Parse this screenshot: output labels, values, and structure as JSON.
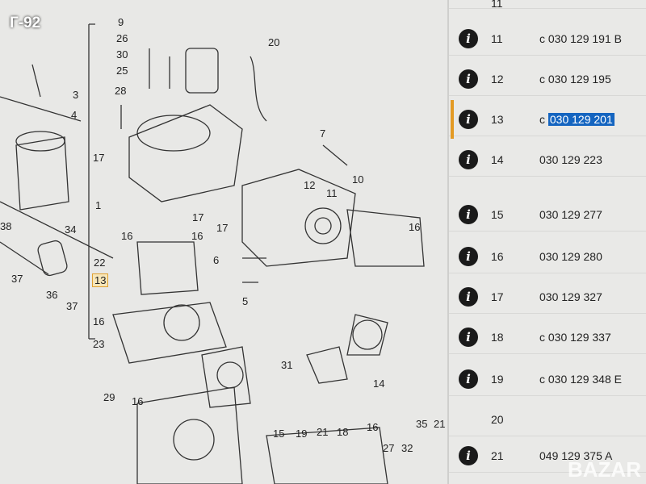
{
  "watermark": "Г-92",
  "diagram": {
    "callouts": [
      {
        "t": "9"
      },
      {
        "t": "26"
      },
      {
        "t": "30"
      },
      {
        "t": "25"
      },
      {
        "t": "28"
      },
      {
        "t": "3"
      },
      {
        "t": "4"
      },
      {
        "t": "17"
      },
      {
        "t": "1"
      },
      {
        "t": "16"
      },
      {
        "t": "22"
      },
      {
        "t": "13"
      },
      {
        "t": "16"
      },
      {
        "t": "23"
      },
      {
        "t": "29"
      },
      {
        "t": "16"
      },
      {
        "t": "20"
      },
      {
        "t": "7"
      },
      {
        "t": "10"
      },
      {
        "t": "12"
      },
      {
        "t": "11"
      },
      {
        "t": "16"
      },
      {
        "t": "6"
      },
      {
        "t": "5"
      },
      {
        "t": "16"
      },
      {
        "t": "17"
      },
      {
        "t": "31"
      },
      {
        "t": "14"
      },
      {
        "t": "15"
      },
      {
        "t": "19"
      },
      {
        "t": "21"
      },
      {
        "t": "18"
      },
      {
        "t": "16"
      },
      {
        "t": "27"
      },
      {
        "t": "32"
      },
      {
        "t": "35"
      },
      {
        "t": "21"
      },
      {
        "t": "34"
      },
      {
        "t": "38"
      },
      {
        "t": "37"
      },
      {
        "t": "36"
      },
      {
        "t": "37"
      },
      {
        "t": "17"
      }
    ]
  },
  "parts": {
    "top_partial": "11",
    "rows": [
      {
        "pos": "11",
        "prefix": "c",
        "number": "030 129 191 B",
        "info": true
      },
      {
        "pos": "12",
        "prefix": "c",
        "number": "030 129 195",
        "info": true
      },
      {
        "pos": "13",
        "prefix": "c",
        "number": "030 129 201",
        "info": true,
        "selected": true
      },
      {
        "pos": "14",
        "prefix": "",
        "number": "030 129 223",
        "info": true
      },
      {
        "pos": "15",
        "prefix": "",
        "number": "030 129 277",
        "info": true
      },
      {
        "pos": "16",
        "prefix": "",
        "number": "030 129 280",
        "info": true
      },
      {
        "pos": "17",
        "prefix": "",
        "number": "030 129 327",
        "info": true
      },
      {
        "pos": "18",
        "prefix": "c",
        "number": "030 129 337",
        "info": true
      },
      {
        "pos": "19",
        "prefix": "c",
        "number": "030 129 348 E",
        "info": true
      },
      {
        "pos": "20",
        "prefix": "",
        "number": "",
        "info": false
      },
      {
        "pos": "21",
        "prefix": "",
        "number": "049 129 375 A",
        "info": true
      }
    ]
  },
  "bazar": "BAZAR"
}
